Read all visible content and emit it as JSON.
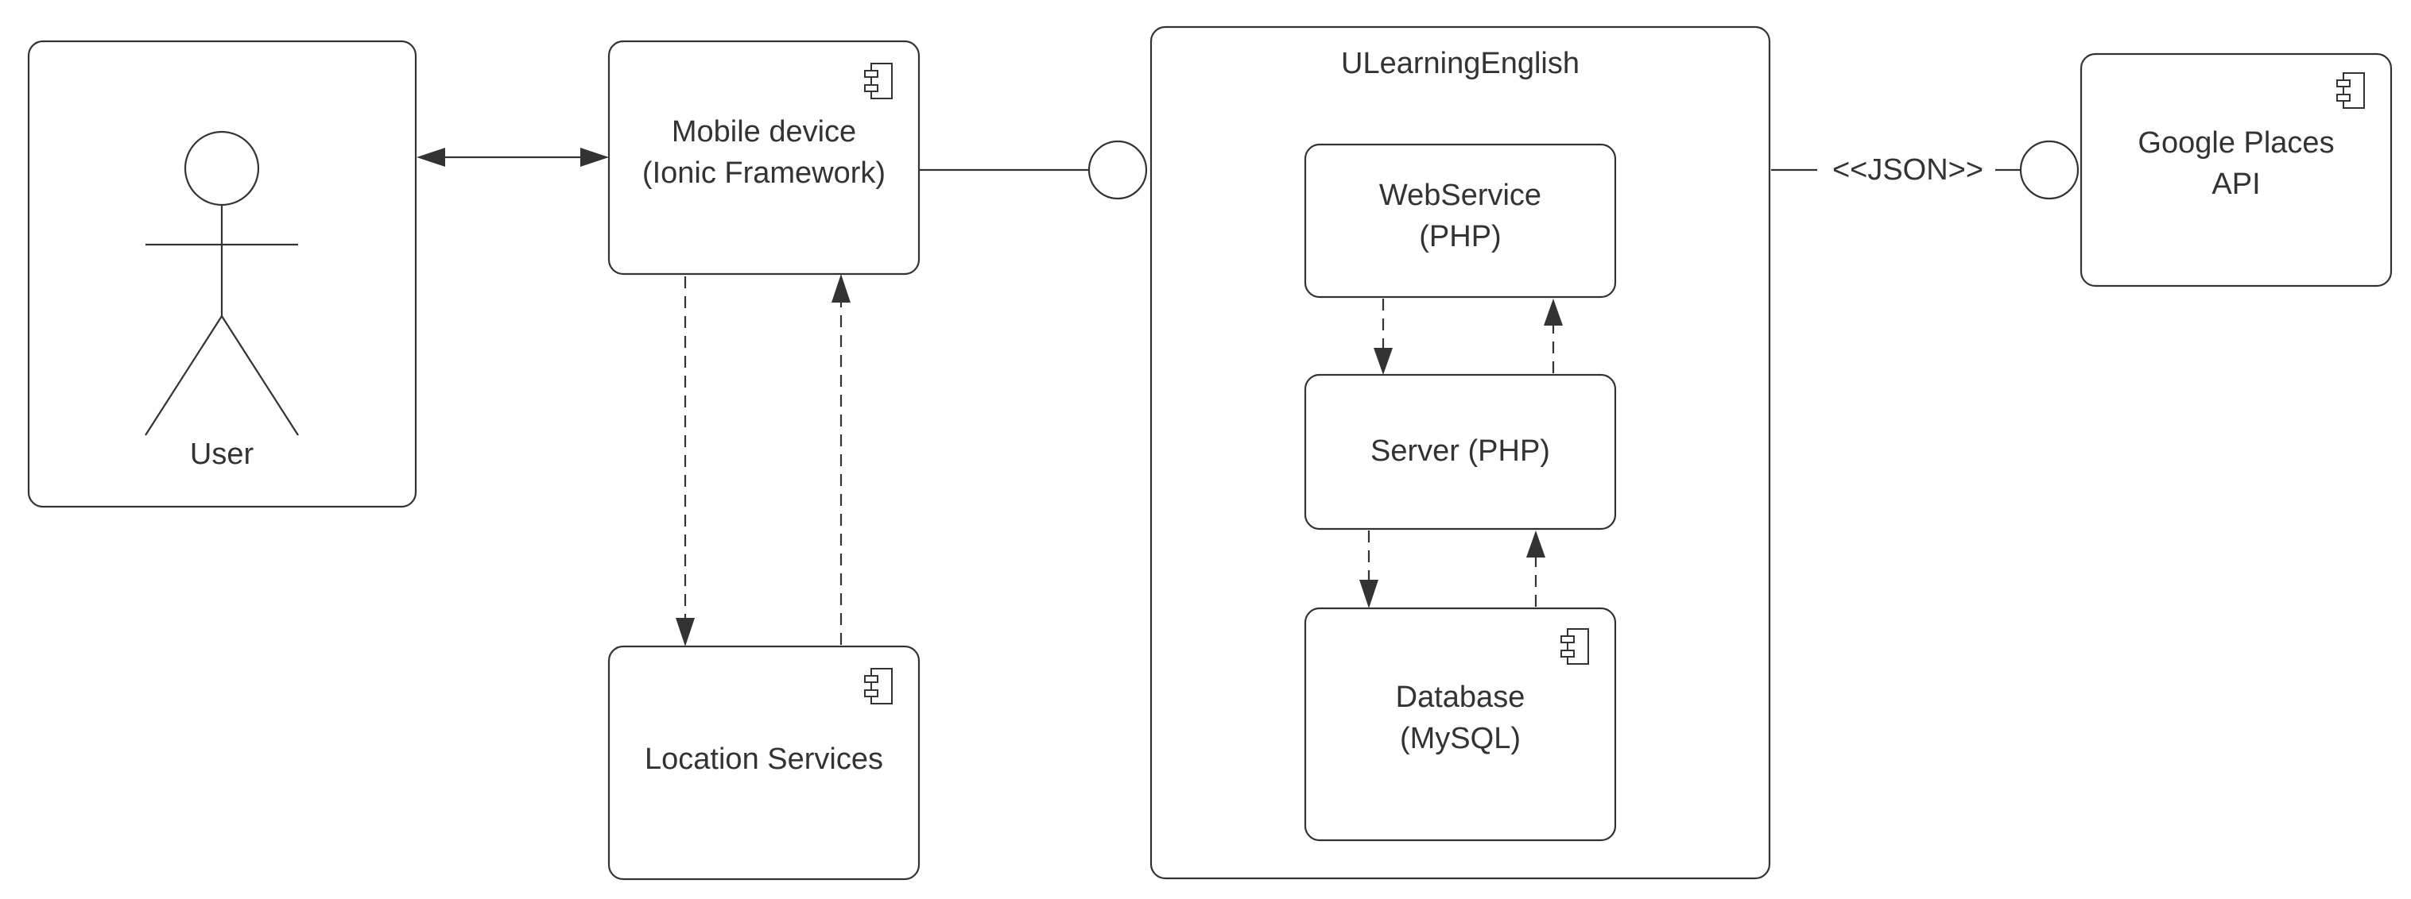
{
  "nodes": {
    "user": {
      "label": "User"
    },
    "mobile_device": {
      "line1": "Mobile device",
      "line2": "(Ionic Framework)"
    },
    "location_services": {
      "label": "Location Services"
    },
    "ulearning": {
      "title": "ULearningEnglish"
    },
    "webservice": {
      "line1": "WebService",
      "line2": "(PHP)"
    },
    "server": {
      "label": "Server (PHP)"
    },
    "database": {
      "line1": "Database",
      "line2": "(MySQL)"
    },
    "google_places": {
      "line1": "Google Places",
      "line2": "API"
    }
  },
  "connectors": {
    "json_label": "<<JSON>>"
  },
  "icons": {
    "component": "component-icon",
    "actor": "stick-figure-icon"
  }
}
